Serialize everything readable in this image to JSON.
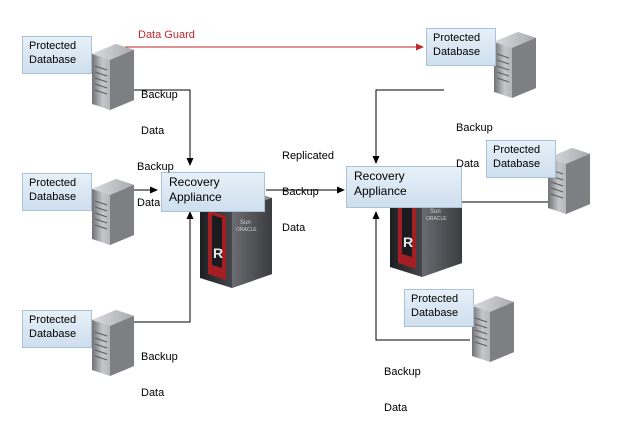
{
  "colors": {
    "data_guard": "#c0282d",
    "box_fill": "#d6e4f1",
    "box_border": "#a9c2d8",
    "arrow": "#000000",
    "server_body": "#9a9ca0",
    "appliance_body": "#2b2d31",
    "appliance_accent": "#a31f24"
  },
  "icons": {
    "server": "database-server-icon",
    "appliance": "recovery-appliance-icon"
  },
  "labels": {
    "protected_database": [
      "Protected",
      "Database"
    ],
    "recovery_appliance": [
      "Recovery",
      "Appliance"
    ],
    "backup_data": [
      "Backup",
      "Data"
    ],
    "replicated_backup_data": [
      "Replicated",
      "Backup",
      "Data"
    ],
    "data_guard": "Data Guard",
    "appliance_logo": [
      "Sun",
      "ORACLE"
    ],
    "appliance_mark": "R"
  }
}
